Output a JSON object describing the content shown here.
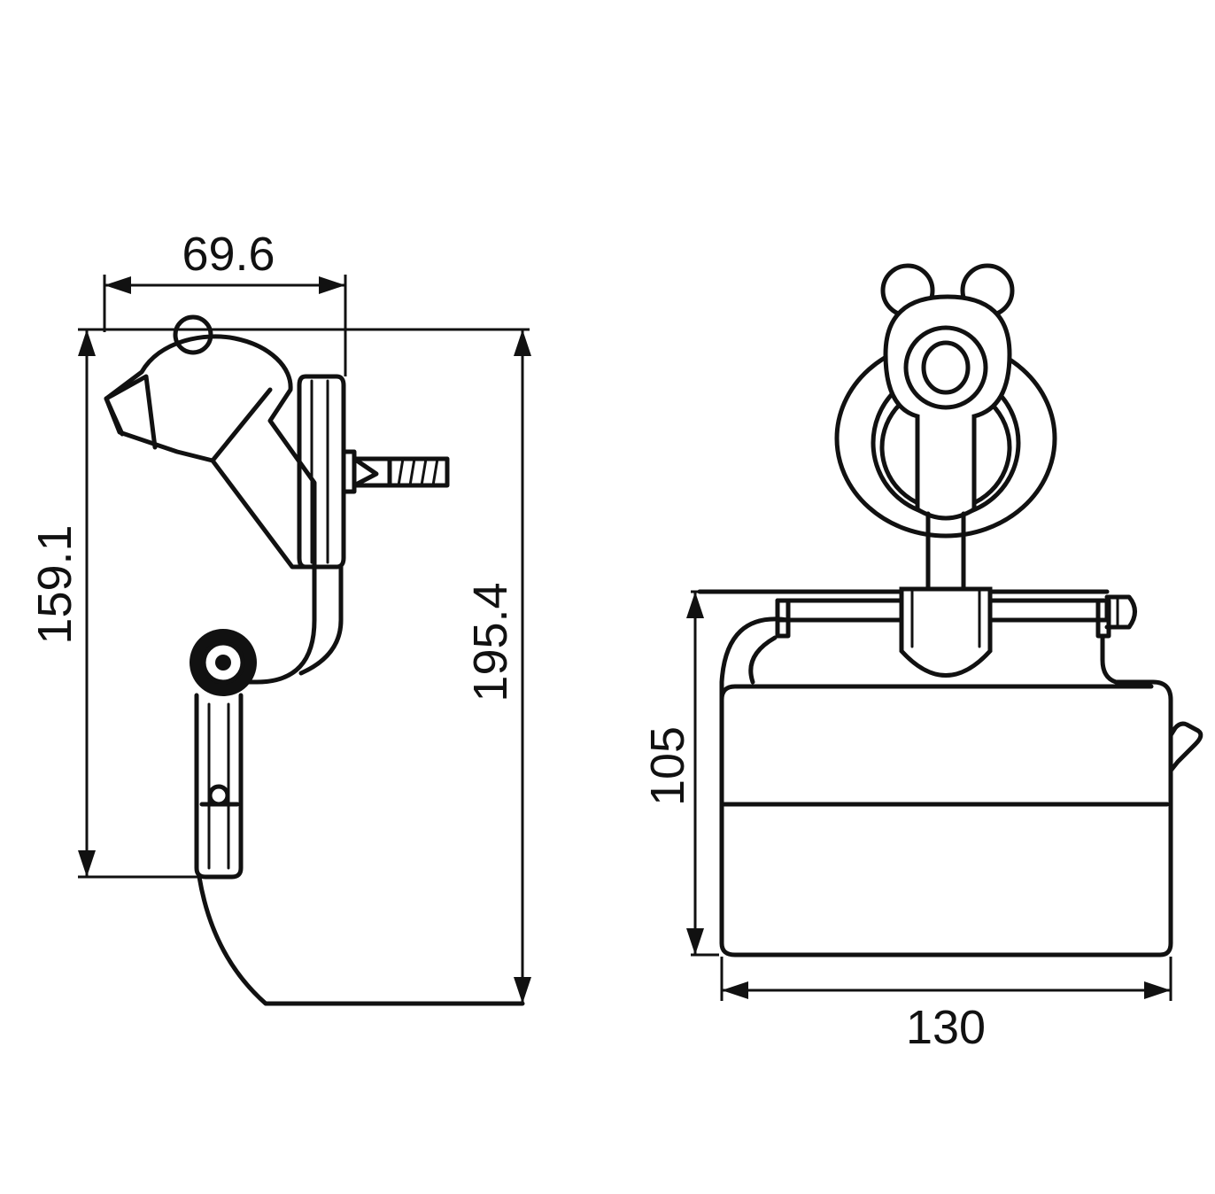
{
  "dimensions": {
    "side_width": "69.6",
    "side_height_inner": "159.1",
    "side_height_total": "195.4",
    "front_height": "105",
    "front_width": "130"
  },
  "colors": {
    "line": "#111111",
    "background": "#ffffff"
  }
}
